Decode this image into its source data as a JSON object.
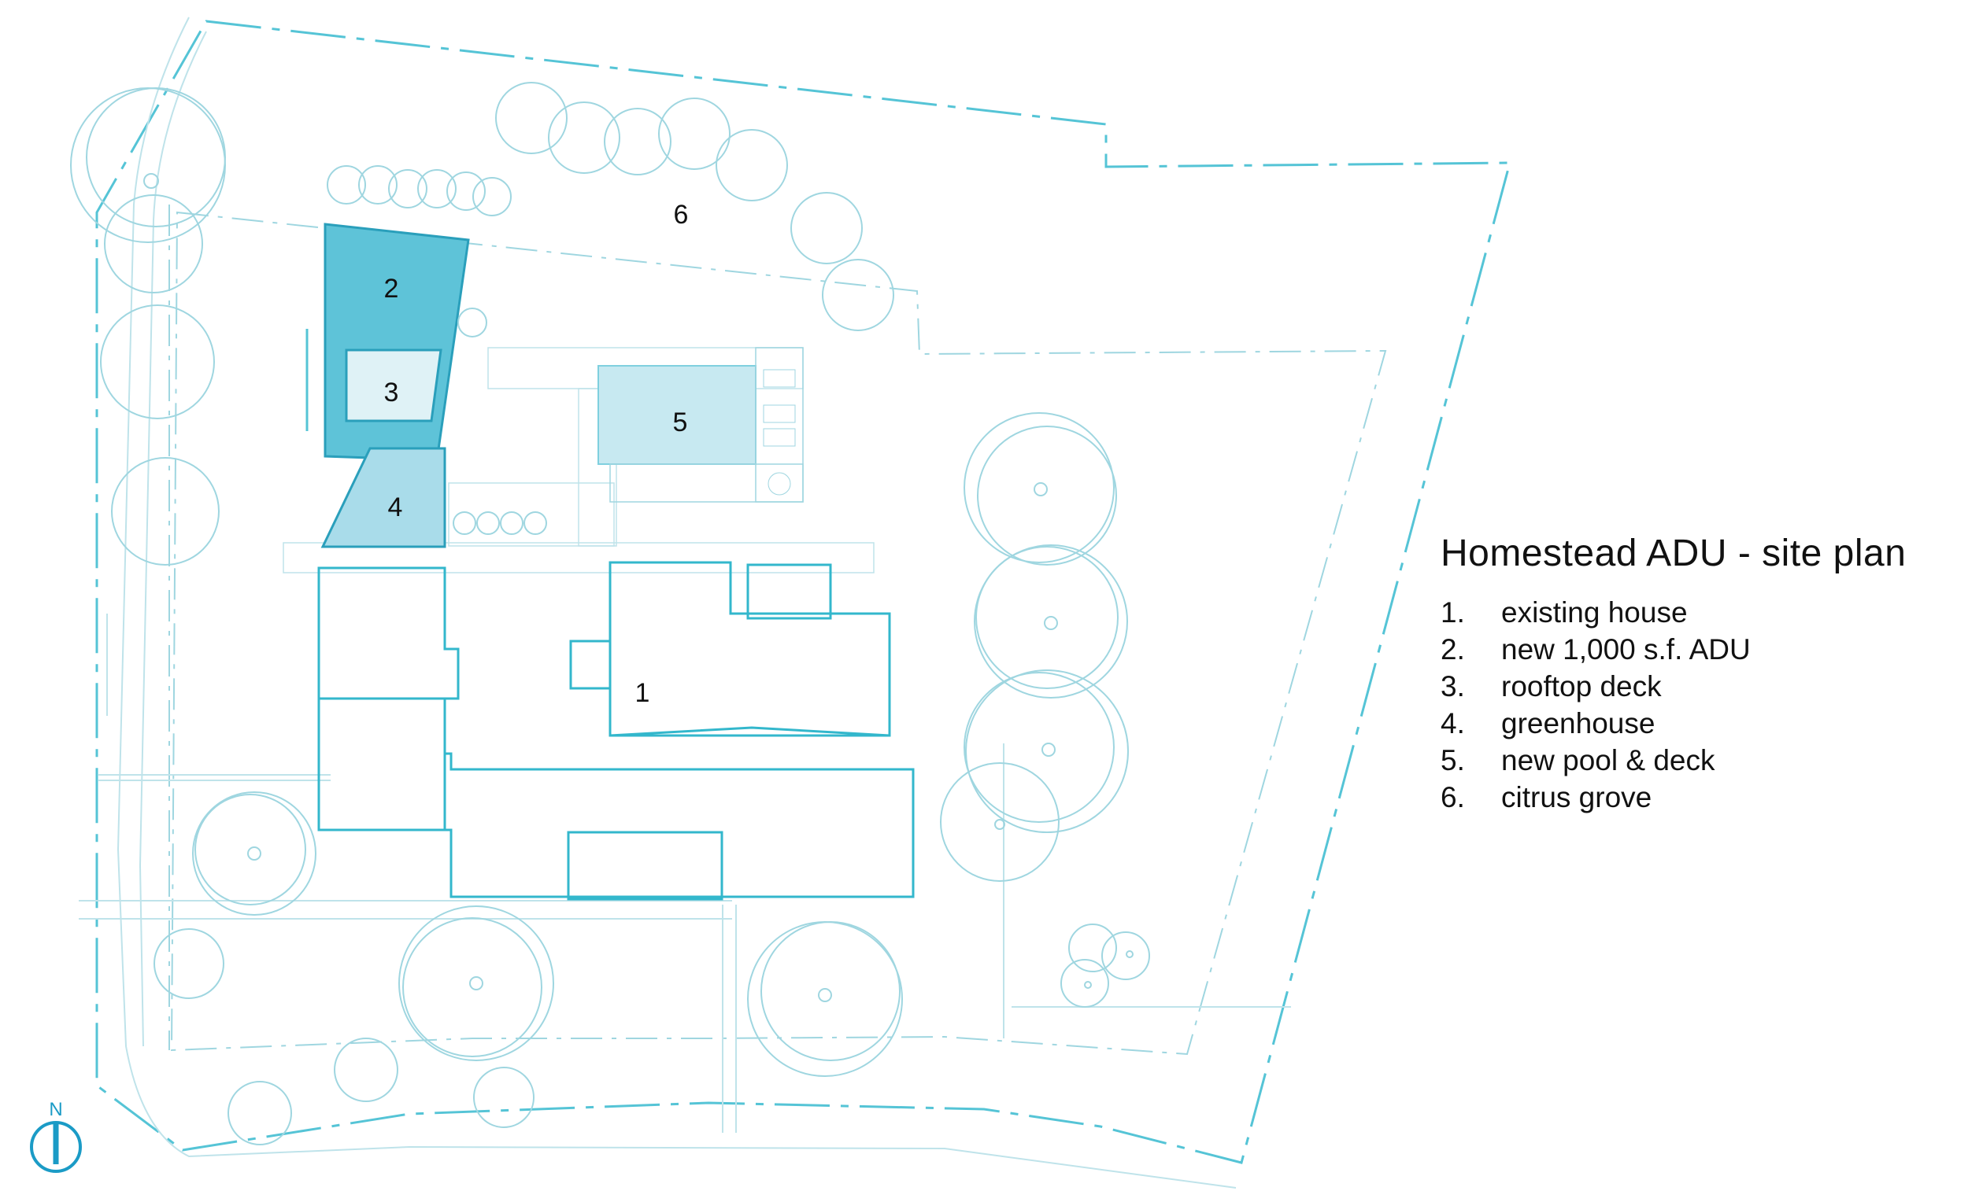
{
  "title": "Homestead ADU - site plan",
  "legend": {
    "items": [
      {
        "num": "1.",
        "text": "existing house"
      },
      {
        "num": "2.",
        "text": "new 1,000 s.f. ADU"
      },
      {
        "num": "3.",
        "text": "rooftop deck"
      },
      {
        "num": "4.",
        "text": "greenhouse"
      },
      {
        "num": "5.",
        "text": "new pool & deck"
      },
      {
        "num": "6.",
        "text": "citrus grove"
      }
    ]
  },
  "plan": {
    "labels": {
      "house": "1",
      "adu": "2",
      "deck": "3",
      "greenhouse": "4",
      "pool": "5",
      "grove": "6"
    },
    "north": "N"
  },
  "colors": {
    "line_light": "#9fd6e0",
    "line_dark": "#33b7cc",
    "fill_adu": "#5ec3d8",
    "fill_light": "#c7e9f1",
    "north": "#1b9bc6",
    "text": "#111111"
  }
}
